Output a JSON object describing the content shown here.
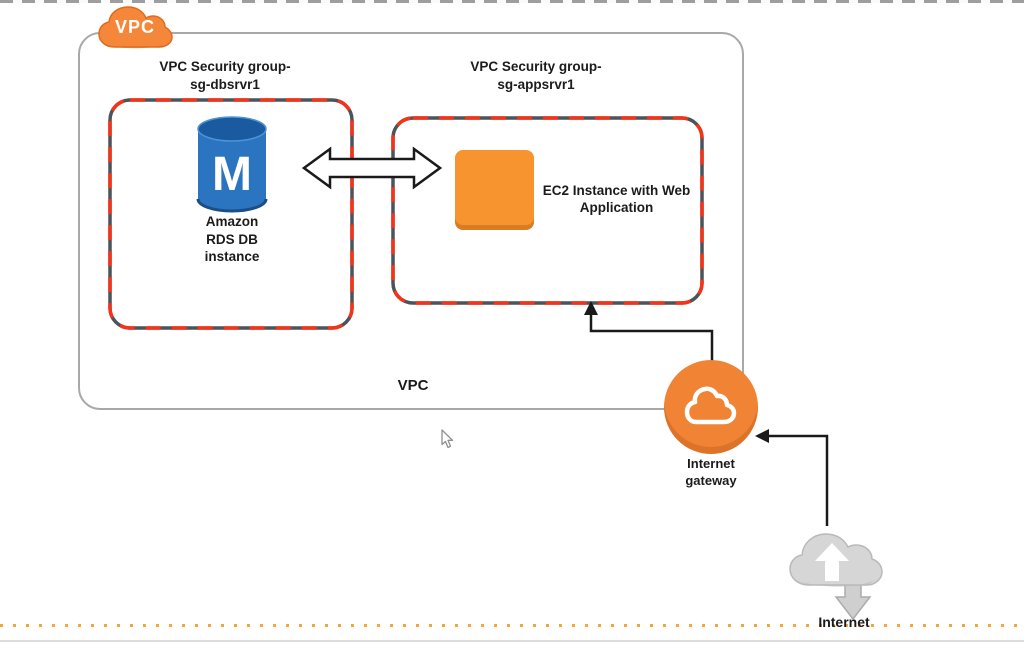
{
  "colors": {
    "aws_orange": "#F58536",
    "ec2_orange": "#F7942F",
    "security_group_dash_red": "#F43318",
    "security_group_dash_gray": "#4A545A",
    "rds_blue": "#2B74BF",
    "rds_blue_dark": "#1A5AA0",
    "internet_cloud_gray": "#D6D6D6",
    "dotted_line_amber": "#F2A63B",
    "vpc_border_gray": "#A8A8A8"
  },
  "vpc_badge": {
    "label": "VPC"
  },
  "vpc": {
    "label": "VPC"
  },
  "sg_db": {
    "label": [
      "VPC Security group-",
      "sg-dbsrvr1"
    ]
  },
  "sg_app": {
    "label": [
      "VPC Security group-",
      "sg-appsrvr1"
    ]
  },
  "rds": {
    "monogram": "M",
    "label": [
      "Amazon",
      "RDS DB",
      "instance"
    ]
  },
  "ec2": {
    "label": [
      "EC2 Instance with Web",
      "Application"
    ]
  },
  "internet_gateway": {
    "label": [
      "Internet",
      "gateway"
    ]
  },
  "internet": {
    "label": "Internet"
  }
}
